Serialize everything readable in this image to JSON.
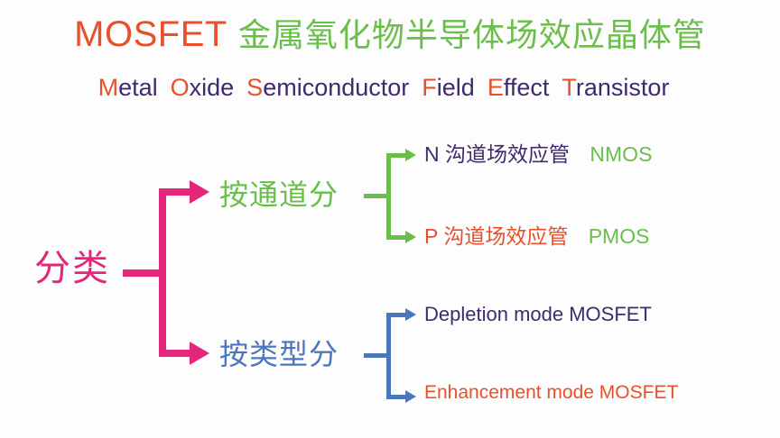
{
  "title": {
    "acronym": "MOSFET",
    "chinese": "金属氧化物半导体场效应晶体管",
    "acronym_color": "#E8502A",
    "chinese_color": "#6ABF4B"
  },
  "subtitle": {
    "words": [
      {
        "cap": "M",
        "rest": "etal"
      },
      {
        "cap": "O",
        "rest": "xide"
      },
      {
        "cap": "S",
        "rest": "emiconductor"
      },
      {
        "cap": "F",
        "rest": "ield"
      },
      {
        "cap": "E",
        "rest": "ffect"
      },
      {
        "cap": "T",
        "rest": "ransistor"
      }
    ],
    "cap_color": "#E8502A",
    "rest_color": "#3F2A6E"
  },
  "diagram": {
    "root": {
      "label": "分类",
      "color": "#E6267A"
    },
    "branches": [
      {
        "label": "按通道分",
        "color": "#6ABF4B",
        "leaves": [
          {
            "prefix": "N",
            "prefix_color": "#3F2A6E",
            "text": "沟道场效应管",
            "text_color": "#3F2A6E",
            "abbr": "NMOS",
            "abbr_color": "#6ABF4B"
          },
          {
            "prefix": "P",
            "prefix_color": "#E8502A",
            "text": "沟道场效应管",
            "text_color": "#E8502A",
            "abbr": "PMOS",
            "abbr_color": "#6ABF4B"
          }
        ]
      },
      {
        "label": "按类型分",
        "color": "#4A76BE",
        "leaves": [
          {
            "prefix": "",
            "text": "Depletion mode  MOSFET",
            "text_color": "#3F2A6E",
            "abbr": ""
          },
          {
            "prefix": "",
            "text": "Enhancement mode MOSFET",
            "text_color": "#E8502A",
            "abbr": ""
          }
        ]
      }
    ]
  }
}
